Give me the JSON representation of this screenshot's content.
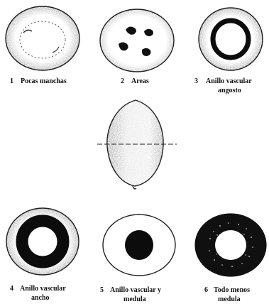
{
  "figure": {
    "panels": [
      {
        "num": "1",
        "lines": [
          "Pocas manchas"
        ]
      },
      {
        "num": "2",
        "lines": [
          "Areas"
        ]
      },
      {
        "num": "3",
        "lines": [
          "Anillo vascular",
          "angosto"
        ]
      },
      {
        "num": "4",
        "lines": [
          "Anillo vascular",
          "ancho"
        ]
      },
      {
        "num": "5",
        "lines": [
          "Anillo vascular  y",
          "medula"
        ]
      },
      {
        "num": "6",
        "lines": [
          "Todo menos",
          "medula"
        ]
      }
    ]
  }
}
